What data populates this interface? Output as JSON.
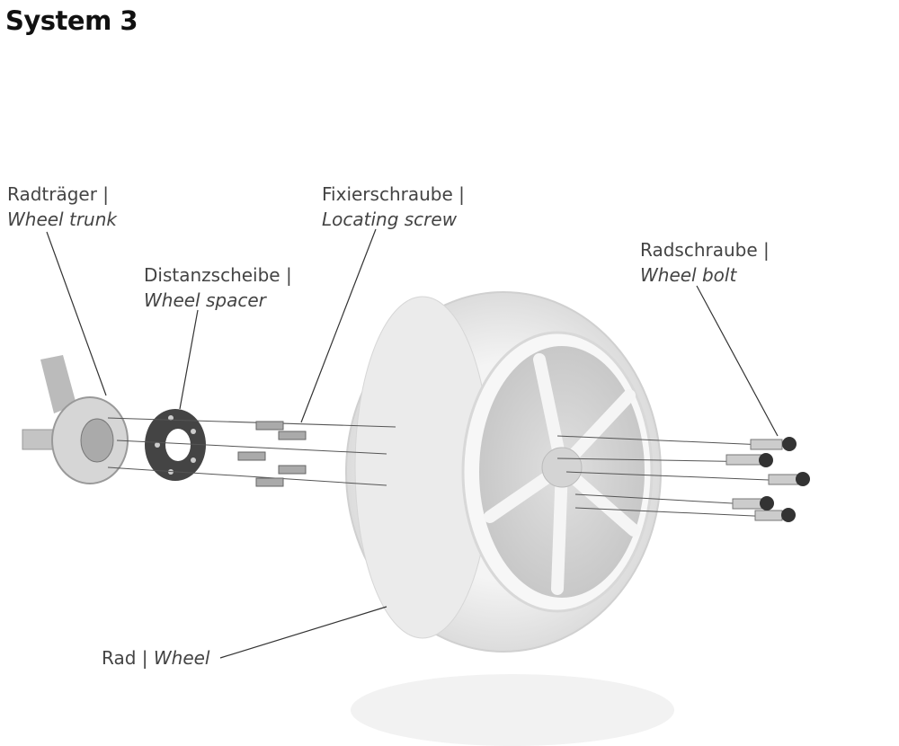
{
  "title": "System 3",
  "labels": {
    "wheel_trunk": {
      "de": "Radträger |",
      "en": "Wheel trunk"
    },
    "wheel_spacer": {
      "de": "Distanzscheibe |",
      "en": "Wheel spacer"
    },
    "locating_screw": {
      "de": "Fixierschraube |",
      "en": "Locating screw"
    },
    "wheel_bolt": {
      "de": "Radschraube |",
      "en": "Wheel bolt"
    },
    "wheel": {
      "de": "Rad |",
      "en": "Wheel"
    }
  }
}
